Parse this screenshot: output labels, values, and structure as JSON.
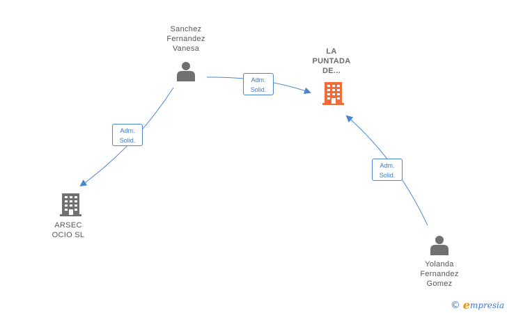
{
  "nodes": {
    "sanchez": {
      "label": "Sanchez\nFernandez\nVanesa",
      "type": "person",
      "color": "#707070"
    },
    "la_puntada": {
      "label": "LA\nPUNTADA\nDE...",
      "type": "company",
      "color": "#f26c3a"
    },
    "arsec": {
      "label": "ARSEC\nOCIO SL",
      "type": "company",
      "color": "#707070"
    },
    "yolanda": {
      "label": "Yolanda\nFernandez\nGomez",
      "type": "person",
      "color": "#707070"
    }
  },
  "edges": [
    {
      "from": "sanchez",
      "to": "la_puntada",
      "line1": "Adm.",
      "line2": "Solid."
    },
    {
      "from": "sanchez",
      "to": "arsec",
      "line1": "Adm.",
      "line2": "Solid."
    },
    {
      "from": "yolanda",
      "to": "la_puntada",
      "line1": "Adm.",
      "line2": "Solid."
    }
  ],
  "colors": {
    "edge": "#4a86d0",
    "accent": "#f26c3a"
  },
  "brand": {
    "copyright": "©",
    "initial": "e",
    "rest": "mpresia"
  }
}
